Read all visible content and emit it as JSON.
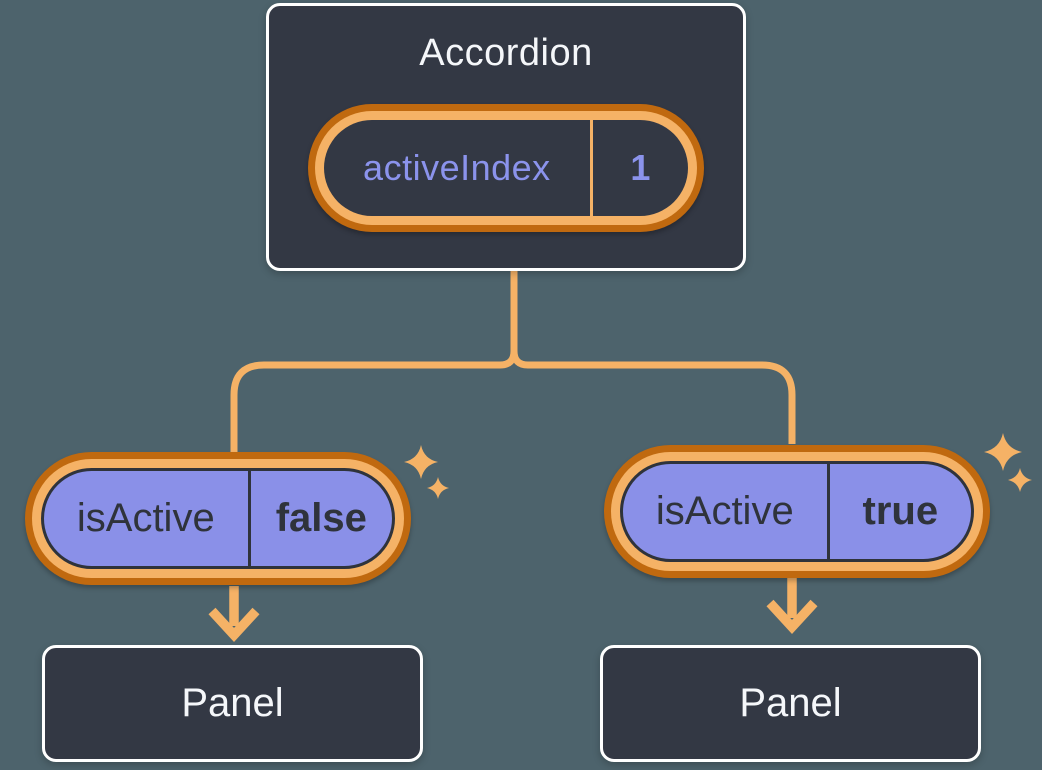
{
  "diagram": {
    "parent": {
      "title": "Accordion",
      "state": {
        "label": "activeIndex",
        "value": "1"
      }
    },
    "children": [
      {
        "prop": {
          "label": "isActive",
          "value": "false"
        },
        "panel": {
          "title": "Panel"
        }
      },
      {
        "prop": {
          "label": "isActive",
          "value": "true"
        },
        "panel": {
          "title": "Panel"
        }
      }
    ],
    "colors": {
      "background": "#4D636C",
      "box_fill": "#333844",
      "box_border": "#FFFFFF",
      "pill_fill": "#8A90E8",
      "ring_outer_orange": "#C0690F",
      "ring_inner_orange": "#F5B266",
      "connector": "#F5B266",
      "sparkle": "#F5B266",
      "text_light": "#F5F7FA",
      "text_purple": "#8B93EC",
      "text_dark": "#2F333B"
    }
  }
}
